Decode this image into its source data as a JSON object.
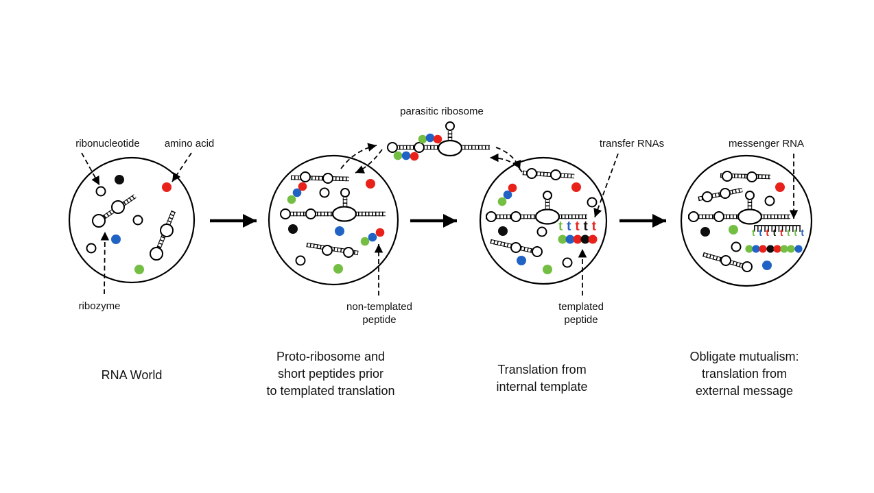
{
  "palette": {
    "green": "#74BE43",
    "blue": "#2163C5",
    "red": "#E8211B",
    "black": "#0E0E0E"
  },
  "annotations": {
    "ribonucleotide": "ribonucleotide",
    "amino_acid": "amino acid",
    "ribozyme": "ribozyme",
    "parasitic_ribosome": "parasitic ribosome",
    "non_templated_peptide": [
      "non-templated",
      "peptide"
    ],
    "templated_peptide": [
      "templated",
      "peptide"
    ],
    "transfer_rnas": "transfer RNAs",
    "messenger_rna": "messenger RNA"
  },
  "stages": [
    {
      "name": "rna-world",
      "caption_lines": [
        "RNA World"
      ]
    },
    {
      "name": "proto-ribosome",
      "caption_lines": [
        "Proto-ribosome and",
        "short peptides prior",
        "to templated translation"
      ]
    },
    {
      "name": "internal-template",
      "caption_lines": [
        "Translation from",
        "internal template"
      ]
    },
    {
      "name": "obligate-mutualism",
      "caption_lines": [
        "Obligate mutualism:",
        "translation from",
        "external message"
      ]
    }
  ],
  "trna_rows": {
    "internal": {
      "letter": "t",
      "colors": [
        "green",
        "blue",
        "red",
        "black",
        "red"
      ]
    },
    "external": {
      "letter": "t",
      "colors": [
        "green",
        "blue",
        "red",
        "black",
        "red",
        "green",
        "green",
        "blue"
      ]
    }
  },
  "peptides": {
    "parasitic_top": [
      "green",
      "blue",
      "red"
    ],
    "parasitic_bottom": [
      "green",
      "blue",
      "red"
    ],
    "cell2_upper": [
      "green",
      "blue",
      "red"
    ],
    "cell2_lower": [
      "green",
      "blue",
      "red"
    ],
    "cell3_upper": [
      "green",
      "blue",
      "red"
    ],
    "cell3_templated": [
      "green",
      "blue",
      "red",
      "black",
      "red"
    ],
    "cell4_templated": [
      "green",
      "blue",
      "red",
      "black",
      "red",
      "green",
      "green",
      "blue"
    ]
  },
  "free_amino_acids": {
    "cell1": [
      "black",
      "red",
      "blue",
      "green"
    ],
    "cell2": [
      "red",
      "black",
      "blue",
      "green"
    ],
    "cell3": [
      "red",
      "black",
      "blue",
      "green"
    ],
    "cell4": [
      "red",
      "black",
      "green",
      "blue"
    ]
  }
}
